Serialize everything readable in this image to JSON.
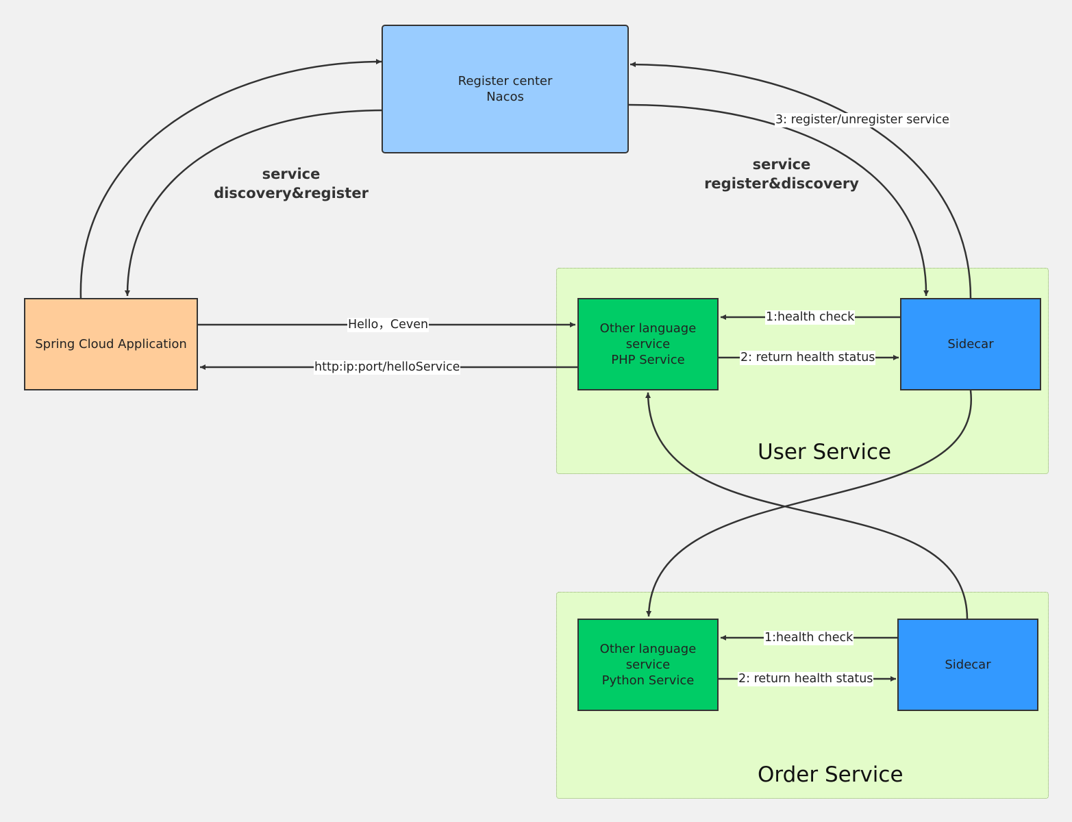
{
  "colors": {
    "background": "#f1f1f1",
    "register_center_fill": "#99ccff",
    "spring_fill": "#ffcc99",
    "service_fill": "#00cc66",
    "sidecar_fill": "#3399ff",
    "group_fill": "#e3fcc9",
    "stroke": "#333333"
  },
  "nodes": {
    "register_center": {
      "line1": "Register center",
      "line2": "Nacos"
    },
    "spring_app": {
      "label": "Spring Cloud Application"
    },
    "php_service": {
      "line1": "Other language",
      "line2": "service",
      "line3": "PHP Service"
    },
    "python_service": {
      "line1": "Other language",
      "line2": "service",
      "line3": "Python Service"
    },
    "user_sidecar": {
      "label": "Sidecar"
    },
    "order_sidecar": {
      "label": "Sidecar"
    }
  },
  "groups": {
    "user_service": {
      "title": "User Service"
    },
    "order_service": {
      "title": "Order Service"
    }
  },
  "edge_labels": {
    "left_discovery": {
      "line1": "service",
      "line2": "discovery&register"
    },
    "right_register": {
      "line1": "service",
      "line2": "register&discovery"
    },
    "register_unregister": "3: register/unregister service",
    "hello": "Hello，Ceven",
    "http_endpoint": "http:ip:port/helloService",
    "user_health_check": "1:health check",
    "user_return_status": "2:  return health status",
    "order_health_check": "1:health check",
    "order_return_status": "2:  return health status"
  }
}
